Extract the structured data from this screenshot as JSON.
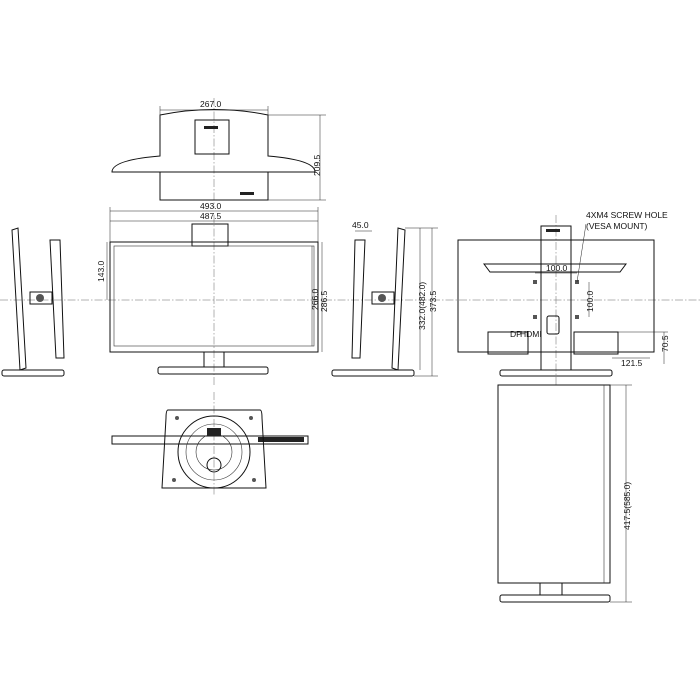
{
  "dimensions": {
    "top_width": "267.0",
    "top_depth": "209.5",
    "front_width_outer": "493.0",
    "front_width_inner": "487.5",
    "front_stand_height": "143.0",
    "front_screen_h1": "266.0",
    "front_screen_h2": "286.5",
    "side_offset": "45.0",
    "side_height_range": "332.0(482.0)",
    "side_height_total": "373.5",
    "rear_vesa_h": "100.0",
    "rear_vesa_v": "100.0",
    "rear_base_height": "70.5",
    "rear_base_depth": "121.5",
    "portrait_height": "417.5(585.0)"
  },
  "notes": {
    "vesa_line1": "4XM4 SCREW HOLE",
    "vesa_line2": "(VESA MOUNT)"
  },
  "ports": {
    "dp": "DP",
    "hdmi": "HDMI"
  }
}
